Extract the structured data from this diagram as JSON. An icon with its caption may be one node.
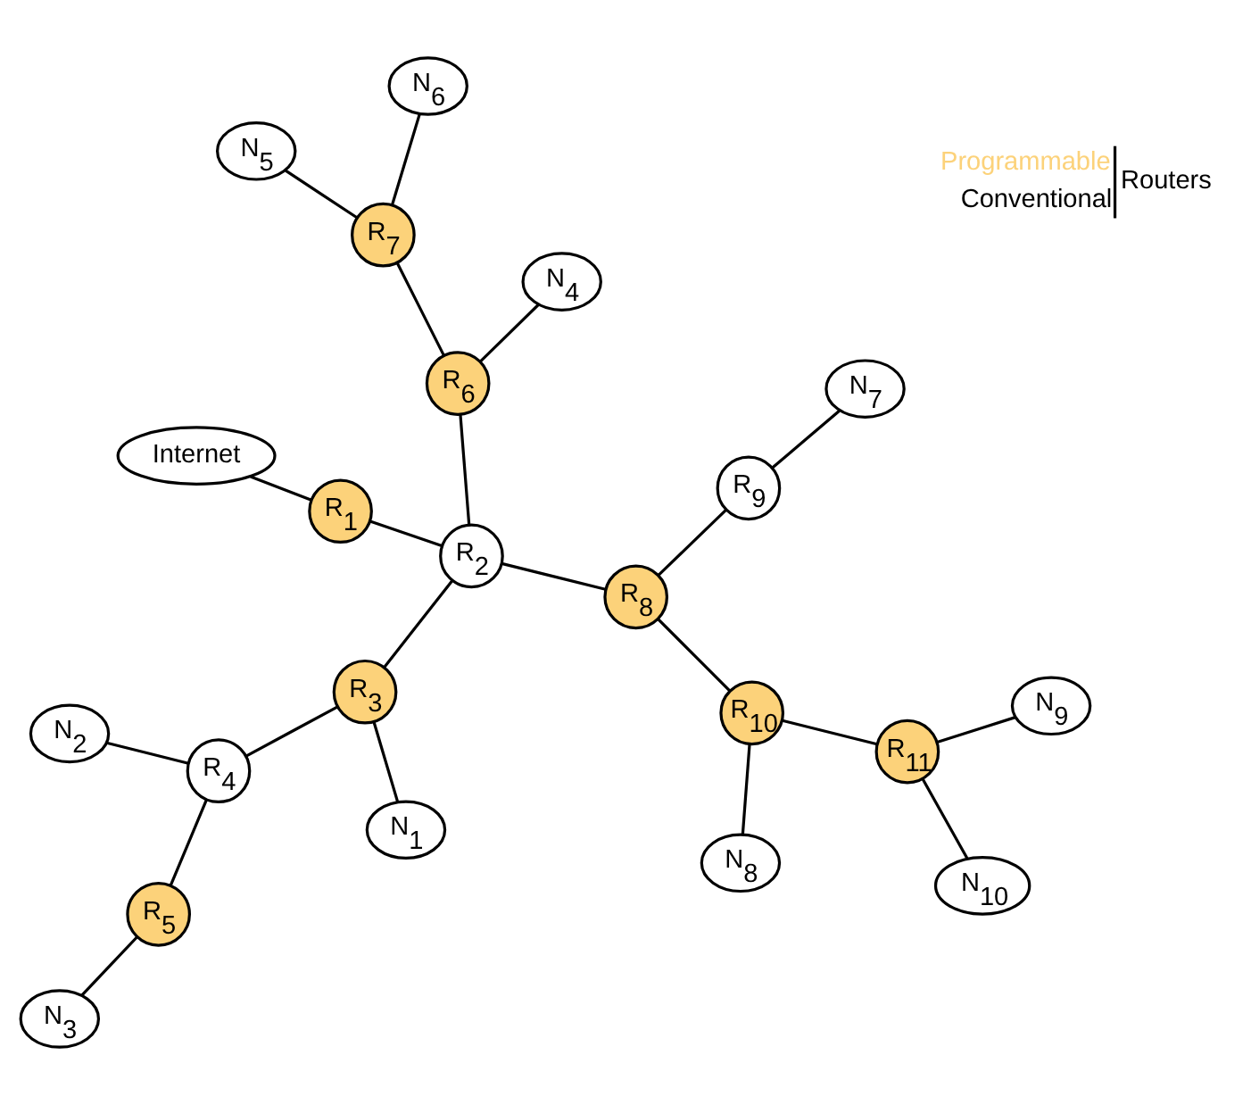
{
  "diagram": {
    "nodes": [
      {
        "text": [
          "N$_{3}$"
        ]
      },
      {
        "text": [
          "R$_{5}$"
        ]
      },
      {
        "text": [
          "N$_{10}$"
        ]
      },
      {
        "text": [
          "N$_{9}$"
        ]
      },
      {
        "text": [
          "R$_{11}$"
        ]
      },
      {
        "text": [
          "N$_{2}$"
        ]
      },
      {
        "text": [
          "R$_{4}$"
        ]
      },
      {
        "text": [
          "N$_{1}$"
        ]
      },
      {
        "text": [
          "R$_{3}$"
        ]
      },
      {
        "text": [
          "R$_{10}$"
        ]
      },
      {
        "text": [
          "N$_{8}$"
        ]
      },
      {
        "text": [
          "N$_{5}$"
        ]
      },
      {
        "text": [
          "R$_{7}$"
        ]
      },
      {
        "text": [
          "R$_{6}$"
        ]
      },
      {
        "text": [
          "R$_{2}$"
        ]
      },
      {
        "text": [
          "R$_{8}$"
        ]
      },
      {
        "text": [
          "R$_{9}$"
        ]
      },
      {
        "text": [
          "N$_{7}$"
        ]
      },
      {
        "text": [
          "N$_{6}$"
        ]
      },
      {
        "text": [
          "N$_{4}$"
        ]
      },
      {
        "text": [
          "R$_{1}$"
        ]
      },
      {
        "text": [
          "Internet"
        ]
      }
    ],
    "edges": [
      {
        "from": 1,
        "to": 0,
        "arrow": "none"
      },
      {
        "from": 1,
        "to": 6,
        "arrow": "none"
      },
      {
        "from": 6,
        "to": 5,
        "arrow": "none"
      },
      {
        "from": 6,
        "to": 8,
        "arrow": "none"
      },
      {
        "from": 8,
        "to": 7,
        "arrow": "none"
      },
      {
        "from": 8,
        "to": 14,
        "arrow": "none"
      },
      {
        "from": 13,
        "to": 14,
        "arrow": "none"
      },
      {
        "from": 12,
        "to": 11,
        "arrow": "none"
      },
      {
        "from": 12,
        "to": 18,
        "arrow": "none"
      },
      {
        "from": 12,
        "to": 13,
        "arrow": "none"
      },
      {
        "from": 13,
        "to": 19,
        "arrow": "none"
      },
      {
        "from": 14,
        "to": 20,
        "arrow": "none"
      },
      {
        "from": 20,
        "to": 21,
        "arrow": "none"
      },
      {
        "from": 14,
        "to": 15,
        "arrow": "none"
      },
      {
        "from": 15,
        "to": 16,
        "arrow": "none"
      },
      {
        "from": 16,
        "to": 17,
        "arrow": "none"
      },
      {
        "from": 15,
        "to": 9,
        "arrow": "none"
      },
      {
        "from": 9,
        "to": 10,
        "arrow": "none"
      },
      {
        "from": 9,
        "to": 4,
        "arrow": "none"
      },
      {
        "from": 4,
        "to": 2,
        "arrow": "none"
      },
      {
        "from": 4,
        "to": 3,
        "arrow": "none"
      }
    ],
    "labels": [
      "Routers"
    ],
    "legend": [
      {
        "text": "Programmable",
        "color": "#fcd27a"
      },
      {
        "text": "Conventional",
        "color": "#000000"
      }
    ]
  }
}
